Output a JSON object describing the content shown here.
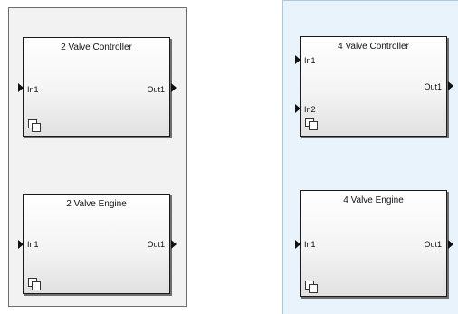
{
  "left_area": {
    "blocks": [
      {
        "title": "2 Valve Controller",
        "inports": [
          "In1"
        ],
        "outports": [
          "Out1"
        ],
        "icon": "subsystem-icon"
      },
      {
        "title": "2 Valve Engine",
        "inports": [
          "In1"
        ],
        "outports": [
          "Out1"
        ],
        "icon": "subsystem-icon"
      }
    ]
  },
  "right_area": {
    "blocks": [
      {
        "title": "4 Valve Controller",
        "inports": [
          "In1",
          "In2"
        ],
        "outports": [
          "Out1"
        ],
        "icon": "subsystem-icon"
      },
      {
        "title": "4 Valve Engine",
        "inports": [
          "In1"
        ],
        "outports": [
          "Out1"
        ],
        "icon": "subsystem-icon"
      }
    ]
  },
  "colors": {
    "left_background": "#f2f2f2",
    "right_background": "#e8f3fc",
    "block_border": "#1a1a1a"
  }
}
